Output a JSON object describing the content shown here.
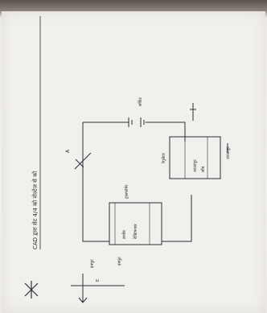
{
  "header": {
    "text": "CAD द्वारा सेट 4/4 को वोल्टेज से को",
    "ocr_note": ""
  },
  "diagram": {
    "top_label": "सर्किट",
    "left_box": {
      "title": "ट्रांसफॉर्मर",
      "line1": "डायोड",
      "line2": "रेक्टिफायर",
      "side_label": "इनपुट"
    },
    "right_box": {
      "title": "रेगुलेटर",
      "line1": "आउटपुट",
      "line2": "लोड",
      "side_label": "आउटपुट"
    },
    "source_label": "A",
    "left_label": "इनपुट",
    "axis_label": "E"
  },
  "colors": {
    "ink": "#2b2f3a",
    "paper": "#f2f0ec"
  }
}
